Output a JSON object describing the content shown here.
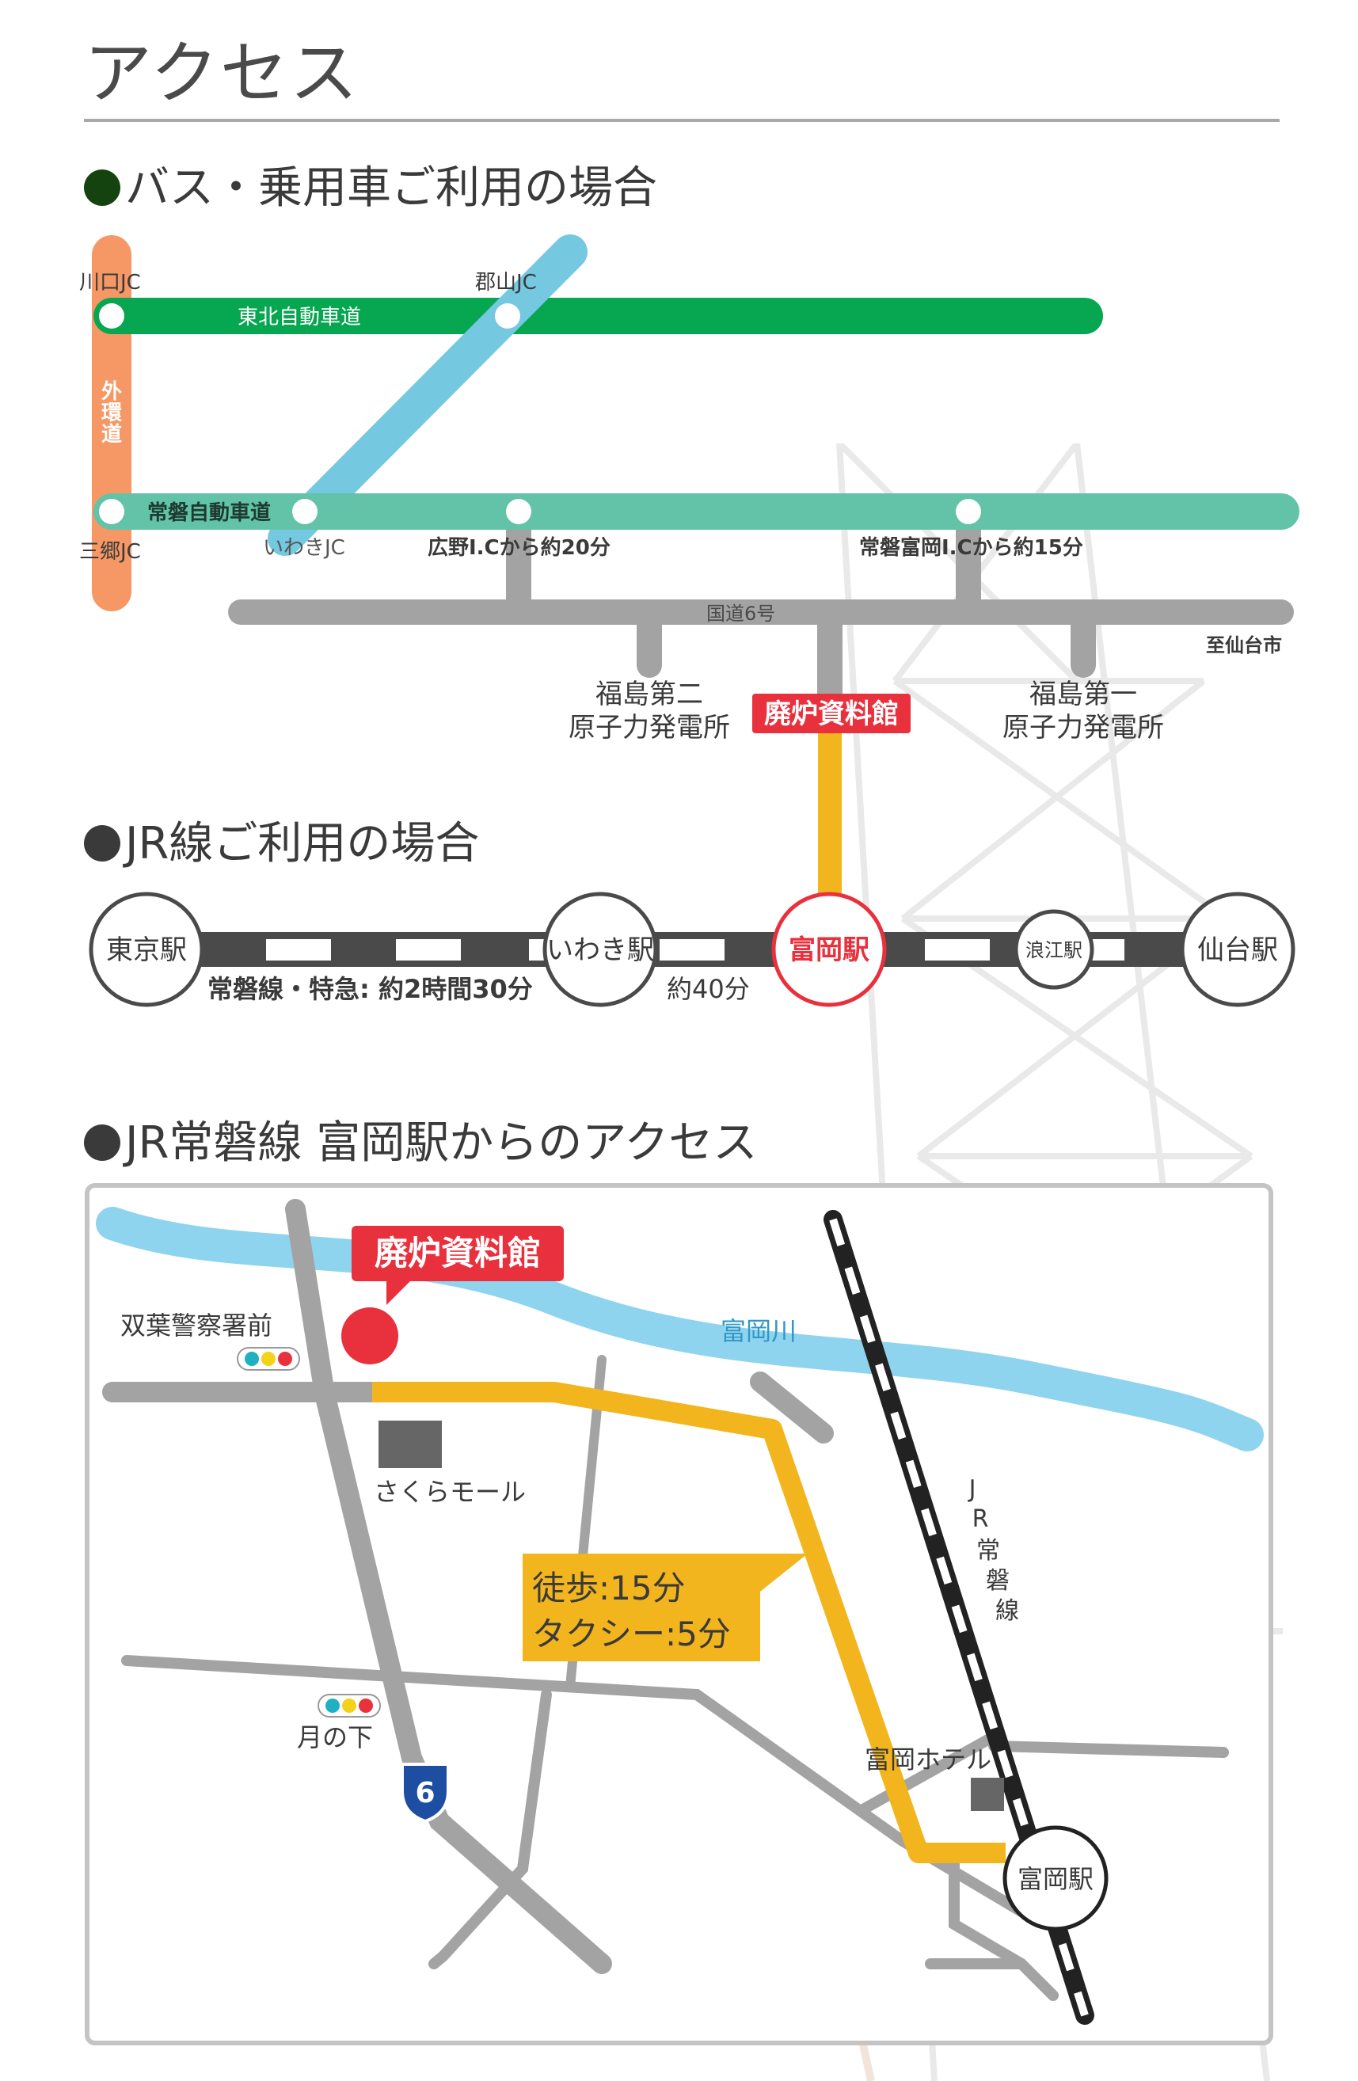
{
  "page": {
    "title": "アクセス"
  },
  "colors": {
    "expressway_green": "#07a650",
    "joban_teal": "#62c3a8",
    "banjo_blue": "#74c8e0",
    "outer_ring_orange": "#f59865",
    "gray_road": "#a3a3a3",
    "accent_yellow": "#f2b51e",
    "accent_red": "#e8313d",
    "river_blue": "#8fd4ef"
  },
  "sections": {
    "car": "バス・乗用車ご利用の場合",
    "jr": "JR線ご利用の場合",
    "local": "JR常磐線 富岡駅からのアクセス"
  },
  "road_map": {
    "kawaguchi_jc": "川口JC",
    "koriyama_jc": "郡山JC",
    "tohoku_expressway": "東北自動車道",
    "outer_ring": [
      "外",
      "環",
      "道"
    ],
    "joban_expressway": "常磐自動車道",
    "misato_jc": "三郷JC",
    "iwaki_jc": "いわきJC",
    "hirono_ic": "広野I.Cから約20分",
    "tomioka_ic": "常磐富岡I.Cから約15分",
    "route6": "国道6号",
    "to_sendai": "至仙台市",
    "fukushima_daini": [
      "福島第二",
      "原子力発電所"
    ],
    "decommissioning_archive": "廃炉資料館",
    "fukushima_daiichi": [
      "福島第一",
      "原子力発電所"
    ]
  },
  "rail_map": {
    "stations": [
      "東京駅",
      "いわき駅",
      "富岡駅",
      "浪江駅",
      "仙台駅"
    ],
    "joban_express_time": "常磐線・特急: 約2時間30分",
    "iwaki_to_tomioka": "約40分"
  },
  "local_map": {
    "archive": "廃炉資料館",
    "police_stop": "双葉警察署前",
    "river": "富岡川",
    "sakura_mall": "さくらモール",
    "walk": "徒歩:15分",
    "taxi": "タクシー:5分",
    "jr_joban_line": [
      "J",
      "R",
      "常",
      "磐",
      "線"
    ],
    "tsukinoshita": "月の下",
    "route_number": "6",
    "tomioka_hotel": "富岡ホテル",
    "tomioka_station": "富岡駅"
  }
}
